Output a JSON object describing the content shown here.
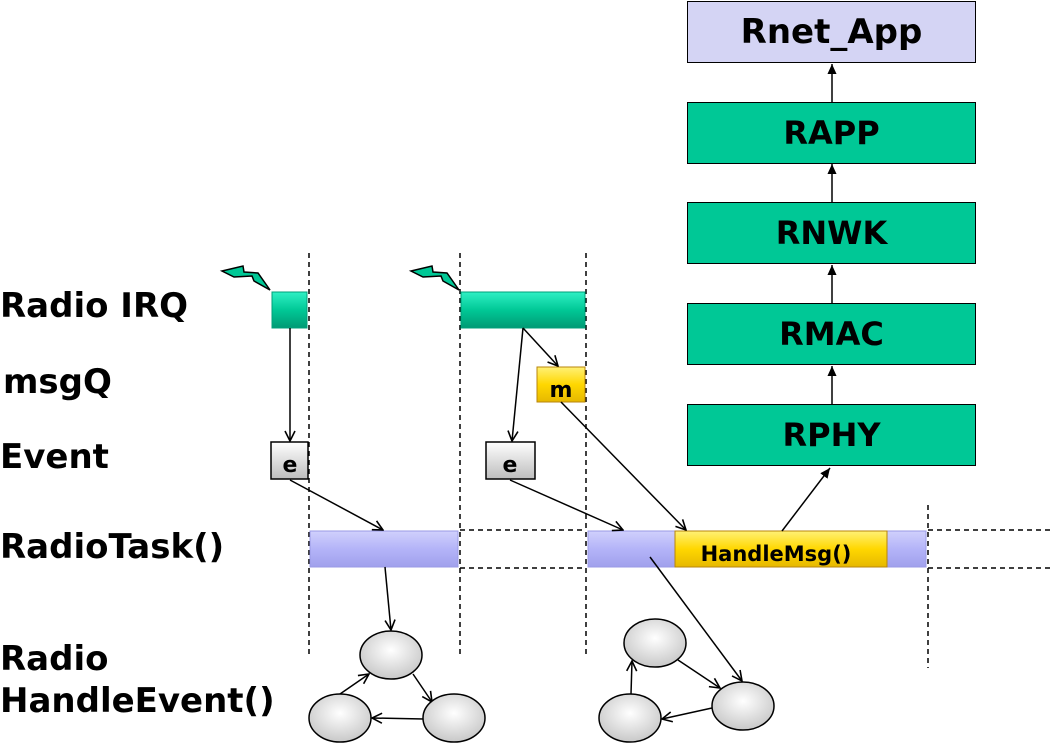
{
  "rows": {
    "radio_irq": "Radio IRQ",
    "msgq": "msgQ",
    "event": "Event",
    "radio_task": "RadioTask()",
    "handle_event_line1": "Radio",
    "handle_event_line2": "HandleEvent()"
  },
  "stack": {
    "app": "Rnet_App",
    "rapp": "RAPP",
    "rnwk": "RNWK",
    "rmac": "RMAC",
    "rphy": "RPHY"
  },
  "queue": {
    "event_label": "e",
    "msg_label": "m",
    "handle_msg": "HandleMsg()"
  },
  "colors": {
    "stack_green": "#00c896",
    "app_lavender": "#d4d4f4",
    "irq_teal": "#1ad6a8",
    "task_blue": "#b4b4f8",
    "msg_yellow": "#ffd700",
    "event_gray": "#d6d6d6"
  },
  "icons": [
    "lightning-icon"
  ]
}
